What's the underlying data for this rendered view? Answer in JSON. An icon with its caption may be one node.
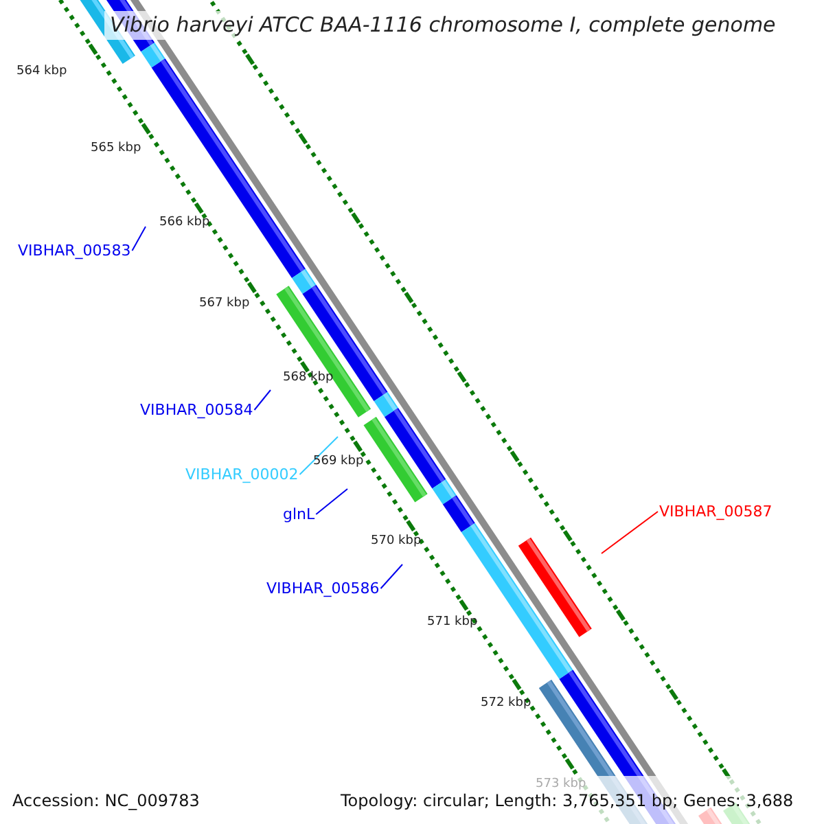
{
  "diagram": {
    "title": "Vibrio harveyi ATCC BAA-1116 chromosome I, complete genome",
    "nodes": [
      {
        "text": [
          "VIBHAR_00583"
        ]
      },
      {
        "text": [
          "VIBHAR_00584"
        ]
      },
      {
        "text": [
          "VIBHAR_00002"
        ]
      },
      {
        "text": [
          "glnL"
        ]
      },
      {
        "text": [
          "VIBHAR_00586"
        ]
      },
      {
        "text": [
          "VIBHAR_00587"
        ]
      }
    ],
    "edges": [
      {
        "from": 0,
        "to": null,
        "arrow": "none"
      },
      {
        "from": 1,
        "to": null,
        "arrow": "none"
      },
      {
        "from": 2,
        "to": null,
        "arrow": "none",
        "color": "#33ccff"
      },
      {
        "from": 3,
        "to": null,
        "arrow": "none"
      },
      {
        "from": 4,
        "to": null,
        "arrow": "none"
      },
      {
        "from": 5,
        "to": null,
        "arrow": "none",
        "color": "#ff0000"
      }
    ],
    "labels": [
      "564 kbp",
      "565 kbp",
      "566 kbp",
      "567 kbp",
      "568 kbp",
      "569 kbp",
      "570 kbp",
      "571 kbp",
      "572 kbp",
      "573 kbp",
      "Accession: NC_009783",
      "Topology: circular; Length: 3,765,351 bp; Genes: 3,688"
    ]
  }
}
